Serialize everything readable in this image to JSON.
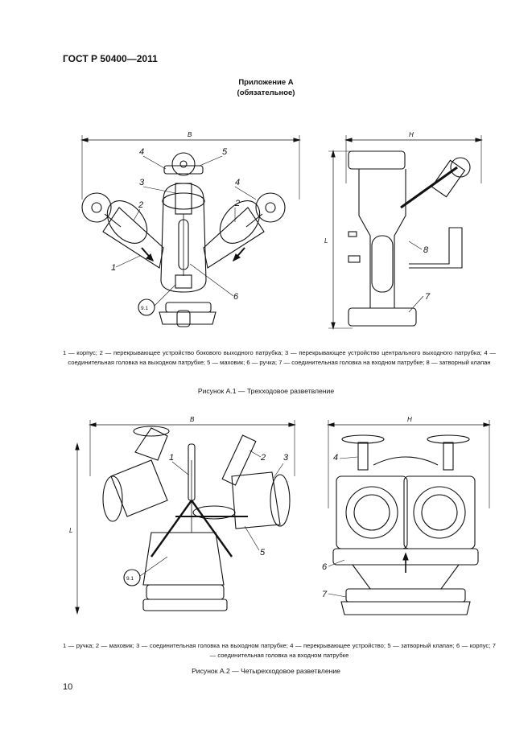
{
  "header": {
    "standard": "ГОСТ Р 50400—2011"
  },
  "appendix": {
    "title": "Приложение А",
    "subtitle": "(обязательное)"
  },
  "figure1": {
    "dims": {
      "width": "B",
      "height": "H",
      "length": "L"
    },
    "labels": [
      "1",
      "2",
      "3",
      "4",
      "5",
      "6",
      "7",
      "8"
    ],
    "marking": "9.1",
    "caption": "1 — корпус; 2 — перекрывающее устройство бокового выходного патрубка; 3 — перекрывающее устройство центрального выходного патрубка; 4 — соединительная головка на выходном патрубке; 5 — маховик; 6 — ручка; 7 — соединительная головка на входном патрубке; 8 — затворный клапан",
    "title": "Рисунок А.1 — Трехходовое разветвление"
  },
  "figure2": {
    "dims": {
      "width": "B",
      "height": "H",
      "length": "L"
    },
    "labels": [
      "1",
      "2",
      "3",
      "4",
      "5",
      "6",
      "7"
    ],
    "marking": "9.1",
    "caption": "1 — ручка; 2 — маховик; 3 — соединительная головка на выходном патрубке; 4 — перекрывающее устройство; 5 — затворный клапан; 6 — корпус; 7 — соединительная головка на входном патрубке",
    "title": "Рисунок А.2 — Четырехходовое разветвление"
  },
  "page_number": "10"
}
